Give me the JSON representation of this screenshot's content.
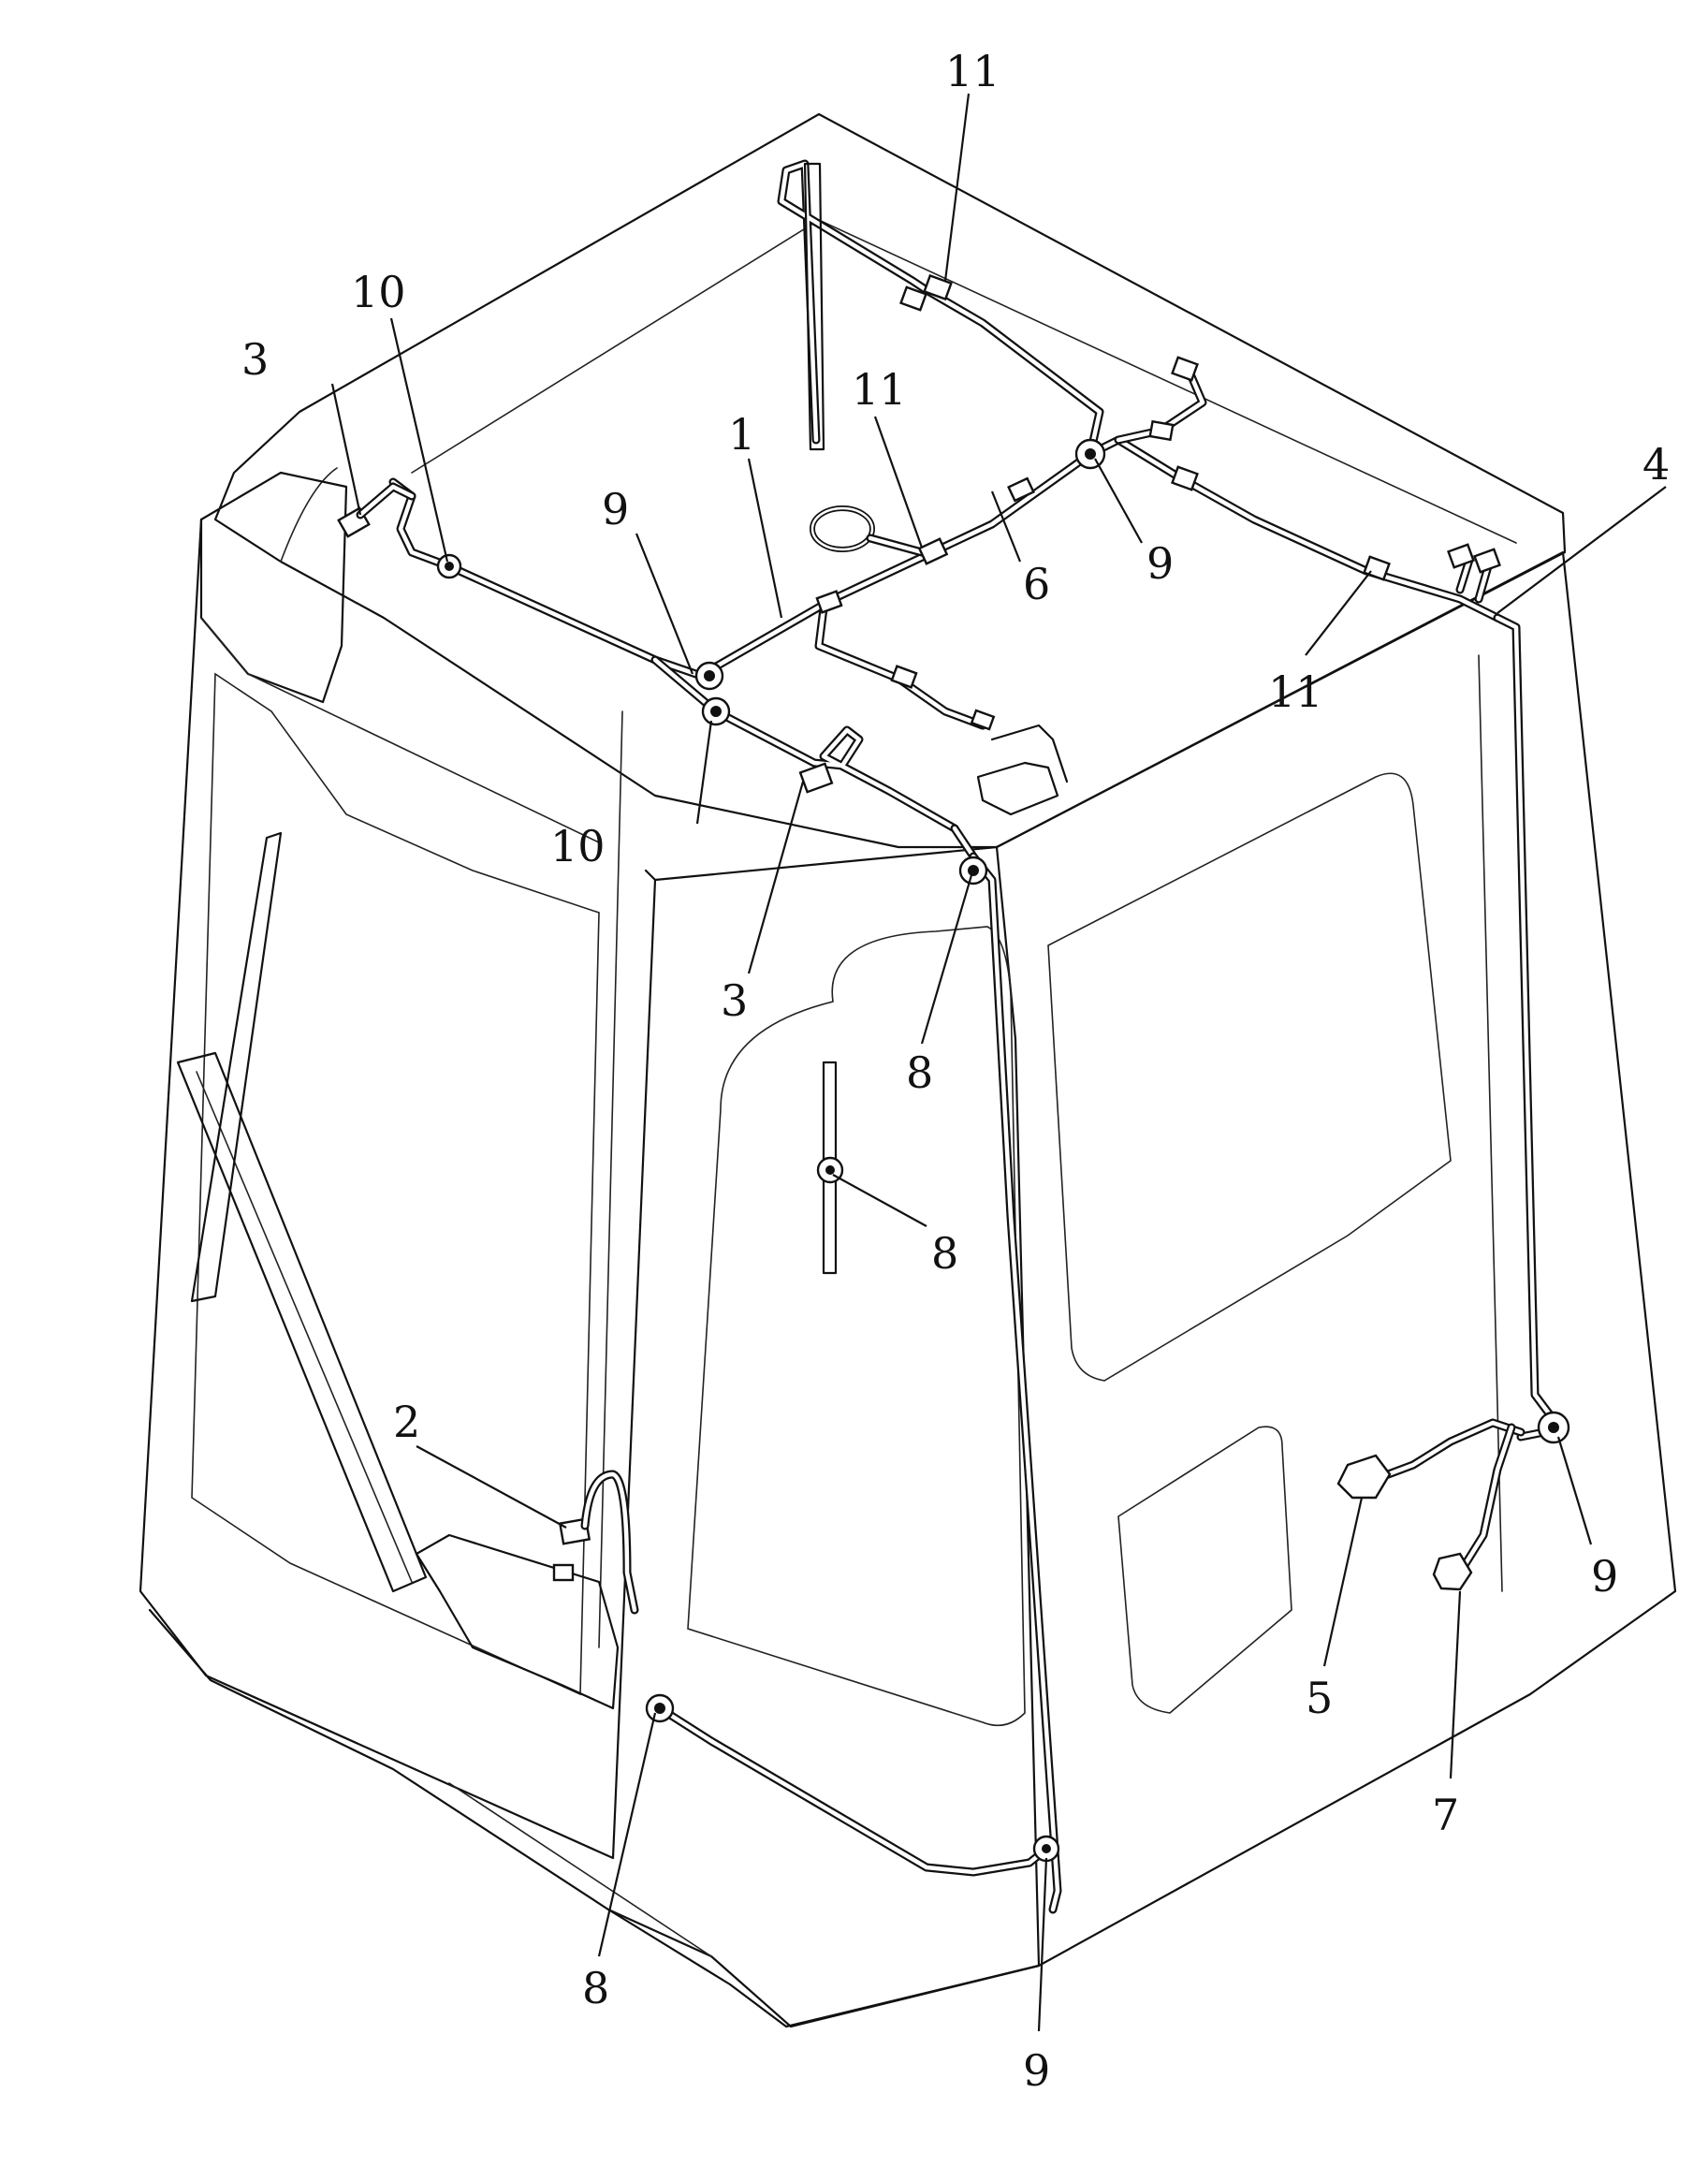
{
  "callouts": {
    "c1": "1",
    "c2": "2",
    "c3a": "3",
    "c3b": "3",
    "c4": "4",
    "c5": "5",
    "c6": "6",
    "c7": "7",
    "c8a": "8",
    "c8b": "8",
    "c8c": "8",
    "c9a": "9",
    "c9b": "9",
    "c9c": "9",
    "c9d": "9",
    "c10a": "10",
    "c10b": "10",
    "c11a": "11",
    "c11b": "11",
    "c11c": "11"
  },
  "colors": {
    "line": "#111111",
    "background": "#ffffff"
  }
}
